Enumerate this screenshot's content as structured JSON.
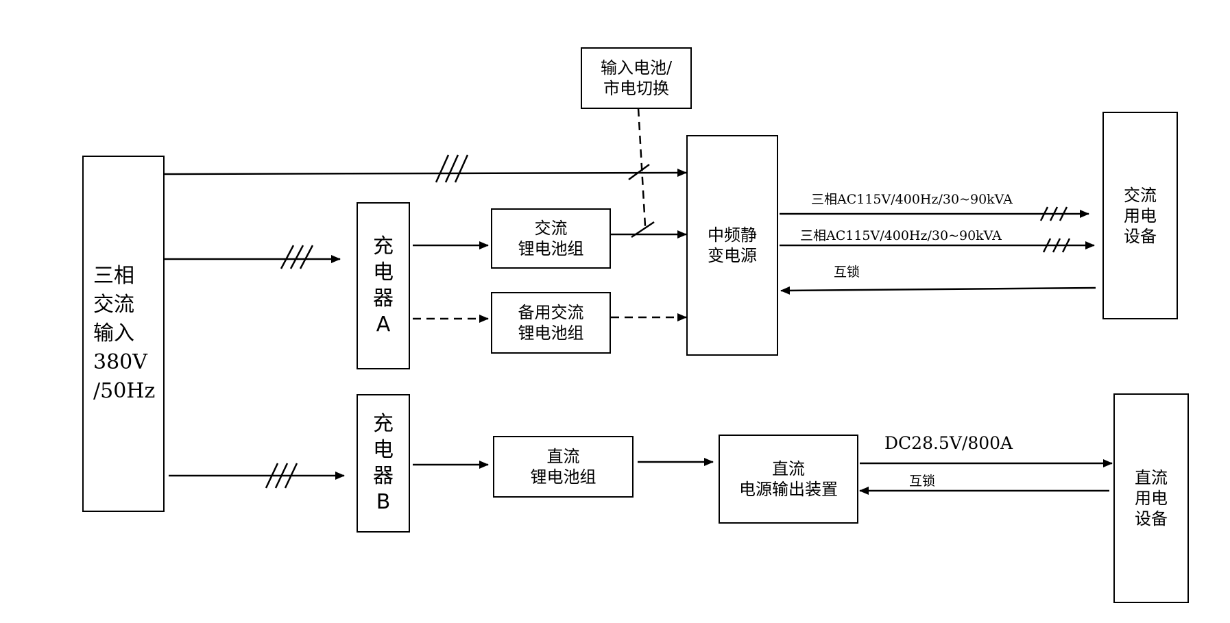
{
  "boxes": {
    "input_switch": "输入电池/\n市电切换",
    "three_phase_input": "三相\n交流\n输入\n380V\n/50Hz",
    "charger_a": "充\n电\n器\nA",
    "charger_b": "充\n电\n器\nB",
    "ac_battery": "交流\n锂电池组",
    "backup_ac_battery": "备用交流\n锂电池组",
    "mf_static_power": "中频静\n变电源",
    "dc_battery": "直流\n锂电池组",
    "dc_output_device": "直流\n电源输出装置",
    "ac_equipment": "交流\n用电\n设备",
    "dc_equipment": "直流\n用电\n设备"
  },
  "labels": {
    "ac_output_1": "三相AC115V/400Hz/30~90kVA",
    "ac_output_2": "三相AC115V/400Hz/30~90kVA",
    "interlock_ac": "互锁",
    "dc_output": "DC28.5V/800A",
    "interlock_dc": "互锁"
  },
  "colors": {
    "line": "#000000",
    "background": "#ffffff"
  }
}
